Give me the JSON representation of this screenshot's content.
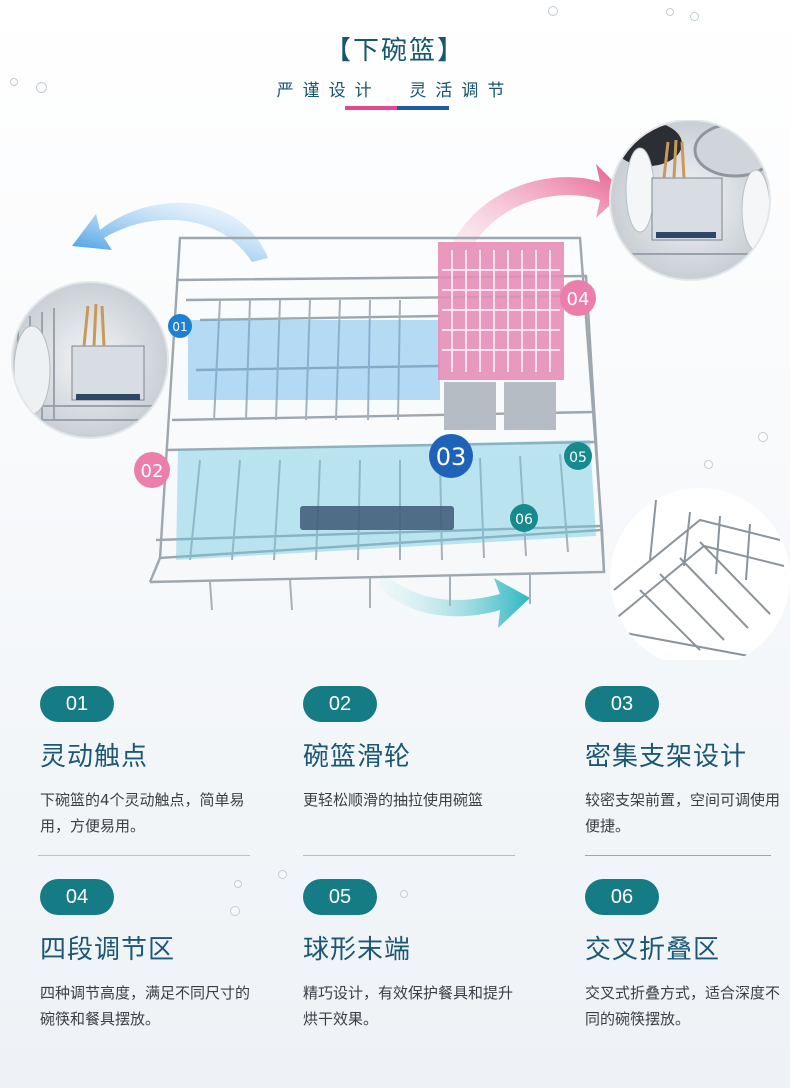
{
  "header": {
    "title": "【下碗篮】",
    "subtitle": "严谨设计  灵活调节"
  },
  "markers": [
    "01",
    "02",
    "03",
    "04",
    "05",
    "06"
  ],
  "colors": {
    "teal": "#157c86",
    "title": "#1c5876",
    "pink": "#e4488f",
    "blue": "#1f58b0"
  },
  "features": [
    {
      "num": "01",
      "title": "灵动触点",
      "desc": "下碗篮的4个灵动触点，简单易用，方便易用。"
    },
    {
      "num": "02",
      "title": "碗篮滑轮",
      "desc": "更轻松顺滑的抽拉使用碗篮"
    },
    {
      "num": "03",
      "title": "密集支架设计",
      "desc": "较密支架前置，空间可调使用便捷。"
    },
    {
      "num": "04",
      "title": "四段调节区",
      "desc": "四种调节高度，满足不同尺寸的碗筷和餐具摆放。"
    },
    {
      "num": "05",
      "title": "球形末端",
      "desc": "精巧设计，有效保护餐具和提升烘干效果。"
    },
    {
      "num": "06",
      "title": "交叉折叠区",
      "desc": "交叉式折叠方式，适合深度不同的碗筷摆放。"
    }
  ]
}
